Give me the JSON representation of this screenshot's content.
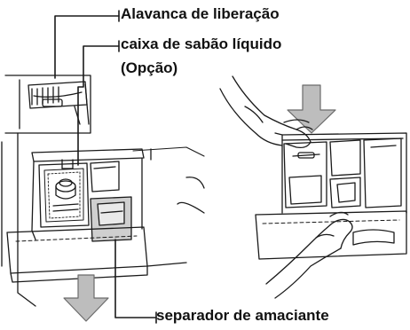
{
  "labels": {
    "release_lever": "Alavanca de liberação",
    "liquid_soap_box": "caixa de sabão líquido",
    "option": "(Opção)",
    "softener_separator": "separador de amaciante"
  },
  "colors": {
    "line": "#1a1a1a",
    "arrow_fill": "#bdbdbd",
    "arrow_stroke": "#6b6b6b",
    "softener_highlight": "#cfcfcf"
  },
  "icons": [
    "arrow-down-icon",
    "arrow-down-icon"
  ]
}
